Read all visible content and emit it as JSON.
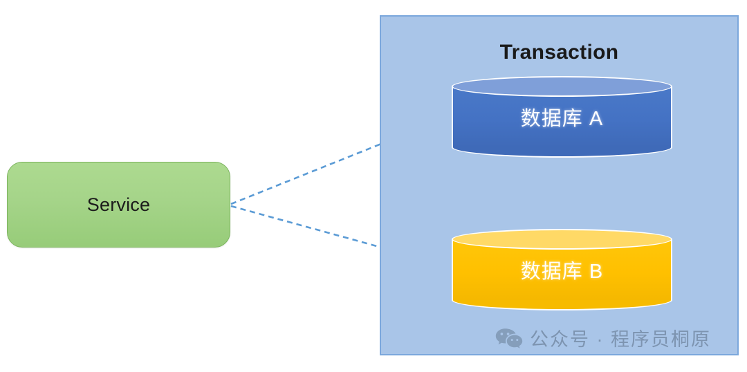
{
  "diagram": {
    "type": "architecture-diagram",
    "service": {
      "label": "Service",
      "fill_color": "#a5d489",
      "border_color": "#7cb45e",
      "text_color": "#1b1b1b"
    },
    "transaction_panel": {
      "title": "Transaction",
      "fill_color": "#a9c5e8",
      "border_color": "#7ba7dc",
      "title_color": "#1a1a1a"
    },
    "databases": [
      {
        "id": "db-a",
        "label": "数据库 A",
        "icon": "database-cylinder-icon",
        "body_color": "#4472c4",
        "top_color": "#7f9fd9",
        "text_color": "#ffffff"
      },
      {
        "id": "db-b",
        "label": "数据库 B",
        "icon": "database-cylinder-icon",
        "body_color": "#ffc000",
        "top_color": "#ffd966",
        "text_color": "#ffffff"
      }
    ],
    "connectors": [
      {
        "id": "service-to-db-a",
        "from": "service",
        "to": "db-a",
        "style": "dashed",
        "arrow": "arrowhead-icon",
        "color": "#5b9bd5"
      },
      {
        "id": "service-to-db-b",
        "from": "service",
        "to": "db-b",
        "style": "dashed",
        "arrow": "arrowhead-icon",
        "color": "#5b9bd5"
      }
    ],
    "watermark": {
      "icon": "wechat-icon",
      "text": "公众号 · 程序员桐原",
      "color": "#4a5a6e"
    }
  }
}
